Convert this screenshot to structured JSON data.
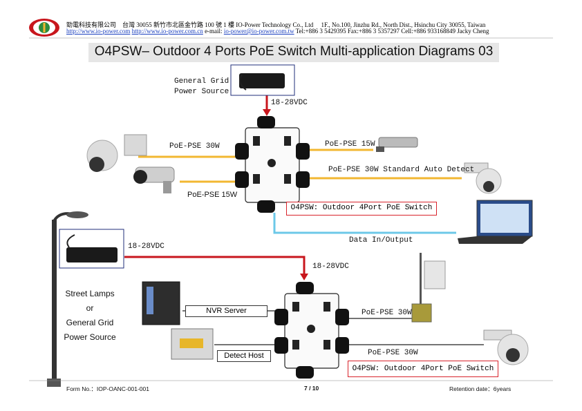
{
  "header": {
    "line1": "勁電科技有限公司　台灣 30055 新竹市北區金竹路 100 號 1 樓 IO-Power Technology Co., Ltd　 1F., No.100, Jinzhu Rd., North Dist., Hsinchu City 30055, Taiwan",
    "link1": "http://www.io-power.com",
    "link2": "http://www.io-power.com.cn",
    "email_label": "e-mail:",
    "email": "io-power@io-power.com.tw",
    "contacts": "Tel:+886 3 5429395 Fax:+886 3 5357297 Cell:+886 933168849 Jacky Cheng"
  },
  "title": "O4PSW– Outdoor 4 Ports PoE Switch Multi-application Diagrams 03",
  "diagram1": {
    "power_source": "General Grid\nPower Source",
    "dc_input": "18-28VDC",
    "left_top": "PoE-PSE 30W",
    "left_bottom": "PoE-PSE 15W",
    "right_top": "PoE-PSE 15W",
    "right_bottom": "PoE-PSE 30W Standard Auto Detect",
    "device_label": "O4PSW: Outdoor 4Port PoE Switch",
    "data_label": "Data In/Output"
  },
  "diagram2": {
    "dc_left": "18-28VDC",
    "dc_right": "18-28VDC",
    "street_lamp": [
      "Street Lamps",
      "or",
      "General Grid",
      "Power Source"
    ],
    "nvr": "NVR Server",
    "detect": "Detect Host",
    "right_top": "PoE-PSE 30W",
    "right_bottom": "PoE-PSE 30W",
    "device_label": "O4PSW: Outdoor 4Port PoE Switch"
  },
  "footer": {
    "form": "Form No.：IOP-OANC-001-001",
    "page": "7 / 10",
    "retention": "Retention date：6years"
  },
  "colors": {
    "poe": "#f2b731",
    "power": "#c8161d",
    "data": "#6cc8e8",
    "border": "#d8222a"
  }
}
